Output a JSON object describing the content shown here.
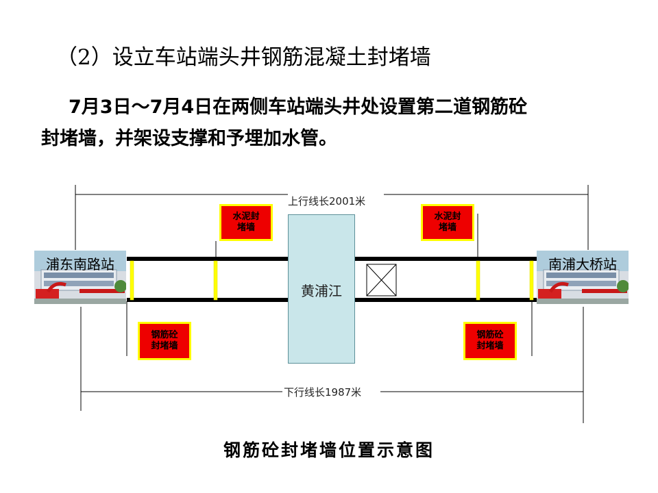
{
  "title": "（2）设立车站端头井钢筋混凝土封堵墙",
  "body": {
    "line1": "7月3日～7月4日在两侧车站端头井处设置第二道钢筋砼",
    "line2": "封堵墙，并架设支撑和予埋加水管。"
  },
  "diagram": {
    "up_line_label": "上行线长2001米",
    "down_line_label": "下行线长1987米",
    "river_label": "黄浦江",
    "stations": {
      "left": "浦东南路站",
      "right": "南浦大桥站"
    },
    "walls": {
      "cement_left": [
        "水泥封",
        "堵墙"
      ],
      "cement_right": [
        "水泥封",
        "堵墙"
      ],
      "rebar_left": [
        "钢筋砼",
        "封堵墙"
      ],
      "rebar_right": [
        "钢筋砼",
        "封堵墙"
      ]
    },
    "colors": {
      "wall_box_fill": "#ee0000",
      "wall_box_border": "#ffff00",
      "wall_marker": "#ffff00",
      "river": "#c9e6ea",
      "track": "#000000"
    }
  },
  "caption": "钢筋砼封堵墙位置示意图"
}
